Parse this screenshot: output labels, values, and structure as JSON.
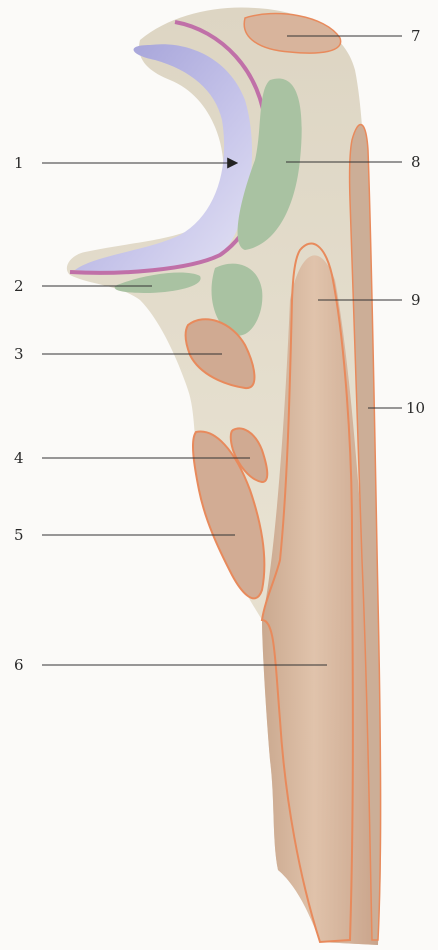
{
  "labels": [
    {
      "id": "1",
      "text": "1"
    },
    {
      "id": "2",
      "text": "2"
    },
    {
      "id": "3",
      "text": "3"
    },
    {
      "id": "4",
      "text": "4"
    },
    {
      "id": "5",
      "text": "5"
    },
    {
      "id": "6",
      "text": "6"
    },
    {
      "id": "7",
      "text": "7"
    },
    {
      "id": "8",
      "text": "8"
    },
    {
      "id": "9",
      "text": "9"
    },
    {
      "id": "10",
      "text": "10"
    }
  ],
  "colors": {
    "background": "#fbfaf8",
    "bone_light": "#e4dccb",
    "bone_shaft": "#d9b9a0",
    "cartilage_surface": "#b9b6e0",
    "synovial_rim": "#c070a8",
    "green_areas": "#a9c2a2",
    "muscle_attachment_fill": "#d0aa92",
    "muscle_attachment_outline": "#e88a5c",
    "leader_line": "#333333"
  }
}
